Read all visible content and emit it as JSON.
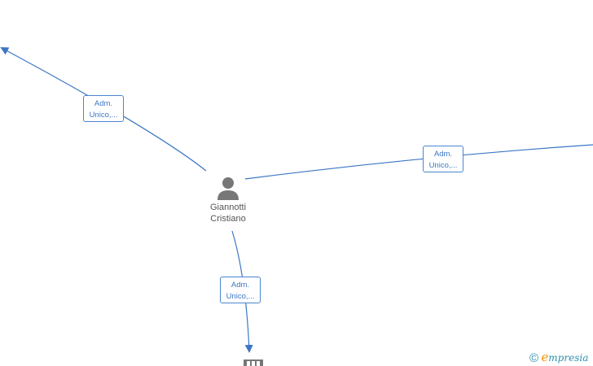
{
  "person": {
    "name_line1": "Giannotti",
    "name_line2": "Cristiano"
  },
  "edges": [
    {
      "label_line1": "Adm.",
      "label_line2": "Unico,..."
    },
    {
      "label_line1": "Adm.",
      "label_line2": "Unico,..."
    },
    {
      "label_line1": "Adm.",
      "label_line2": "Unico,..."
    }
  ],
  "footer": {
    "copyright_symbol": "©",
    "brand_initial": "e",
    "brand_rest": "mpresia"
  },
  "colors": {
    "edge": "#3b76c4",
    "label_border": "#4a86d0",
    "icon": "#777777",
    "brand_accent": "#f29400",
    "brand_text": "#2e8fb0"
  }
}
